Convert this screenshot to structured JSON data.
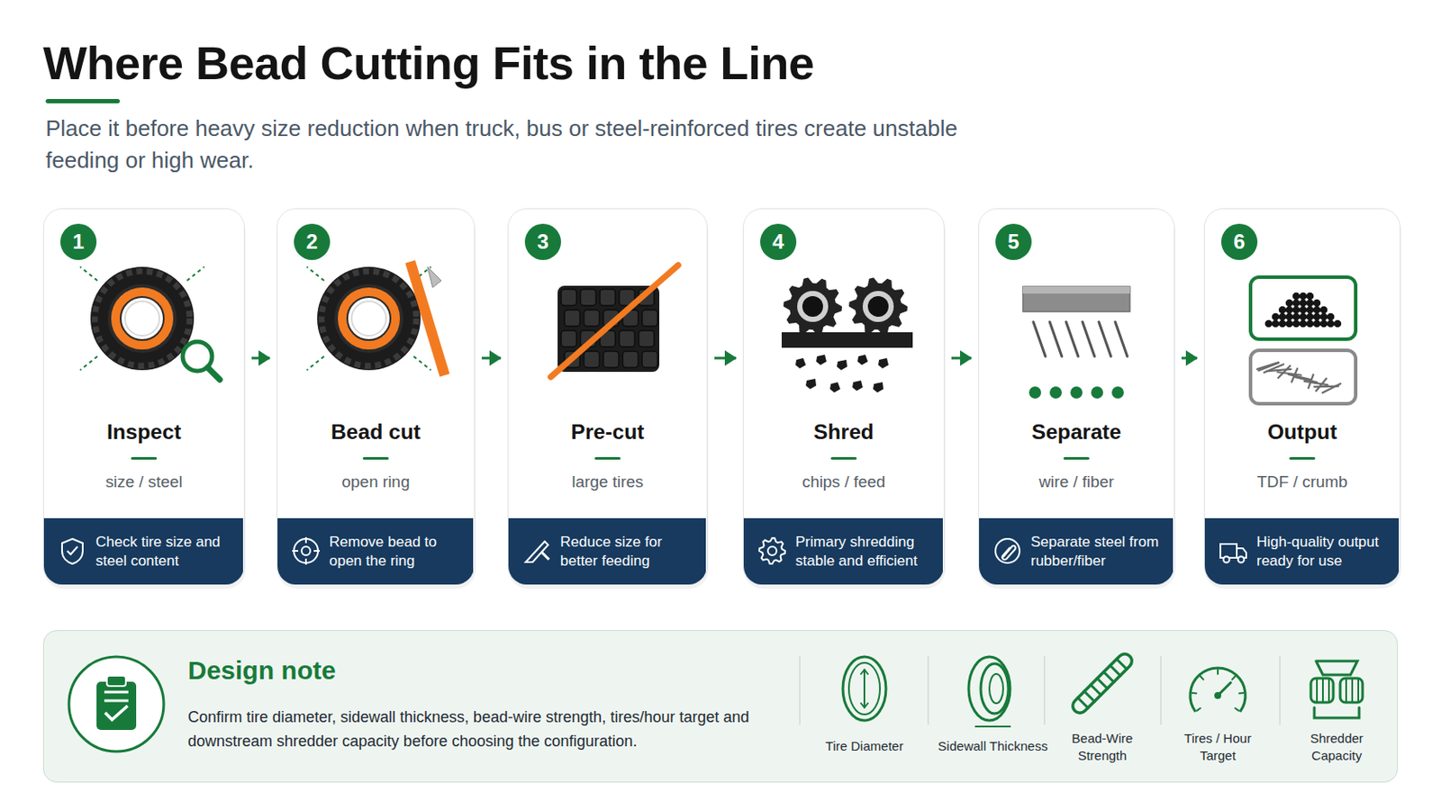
{
  "diagram": {
    "title": "Where Bead Cutting Fits in the Line",
    "nodes": [
      {
        "text": [
          "Inspect",
          "size / steel"
        ]
      },
      {
        "text": [
          "1"
        ],
        "in": 0
      },
      {
        "text": [
          "Check tire size and steel content"
        ],
        "in": 0
      },
      {
        "text": [
          "Bead cut",
          "open ring"
        ]
      },
      {
        "text": [
          "2"
        ],
        "in": 3
      },
      {
        "text": [
          "Remove bead to open the ring"
        ],
        "in": 3
      },
      {
        "text": [
          "Pre-cut",
          "large tires"
        ]
      },
      {
        "text": [
          "3"
        ],
        "in": 6
      },
      {
        "text": [
          "Reduce size for better feeding"
        ],
        "in": 6
      },
      {
        "text": [
          "Shred",
          "chips / feed"
        ]
      },
      {
        "text": [
          "4"
        ],
        "in": 9
      },
      {
        "text": [
          "Primary shredding stable and efficient"
        ],
        "in": 9
      },
      {
        "text": [
          "Separate",
          "wire / fiber"
        ]
      },
      {
        "text": [
          "5"
        ],
        "in": 12
      },
      {
        "text": [
          "Separate steel from rubber/fiber"
        ],
        "in": 12
      },
      {
        "text": [
          "Output",
          "TDF / crumb"
        ]
      },
      {
        "text": [
          "6"
        ],
        "in": 15
      },
      {
        "text": [
          "High-quality output ready for use"
        ],
        "in": 15
      },
      {
        "text": [
          "Design note",
          "Confirm tire diameter, sidewall thickness, bead-wire strength, tires/hour target and downstream shredder capacity before choosing the configuration."
        ]
      }
    ],
    "edges": [
      {
        "from": 0,
        "to": 3,
        "arrow": "to"
      },
      {
        "from": 3,
        "to": 6,
        "arrow": "to"
      },
      {
        "from": 6,
        "to": 9,
        "arrow": "to"
      },
      {
        "from": 9,
        "to": 12,
        "arrow": "to"
      },
      {
        "from": 12,
        "to": 15,
        "arrow": "to"
      }
    ],
    "labels": [
      "Place it before heavy size reduction when truck, bus or steel-reinforced tires create unstable feeding or high wear.",
      "Tire Diameter",
      "Sidewall Thickness",
      "Bead-Wire Strength",
      "Tires / Hour Target",
      "Shredder Capacity"
    ]
  }
}
